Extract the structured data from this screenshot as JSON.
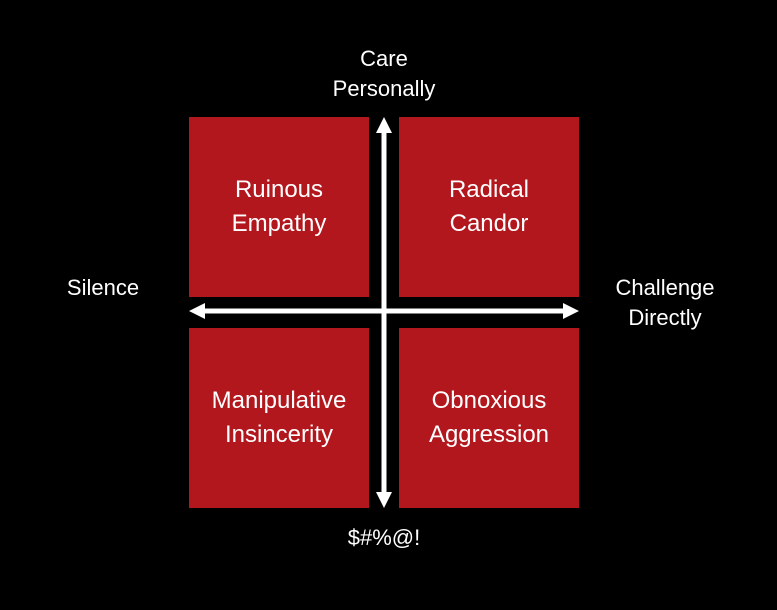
{
  "colors": {
    "background": "#000000",
    "quadrant_fill": "#b3171e",
    "text": "#ffffff",
    "arrow": "#ffffff"
  },
  "axes": {
    "top": "Care\nPersonally",
    "bottom": "$#%@!",
    "left": "Silence",
    "right": "Challenge\nDirectly"
  },
  "quadrants": {
    "top_left": "Ruinous\nEmpathy",
    "top_right": "Radical\nCandor",
    "bottom_left": "Manipulative\nInsincerity",
    "bottom_right": "Obnoxious\nAggression"
  }
}
